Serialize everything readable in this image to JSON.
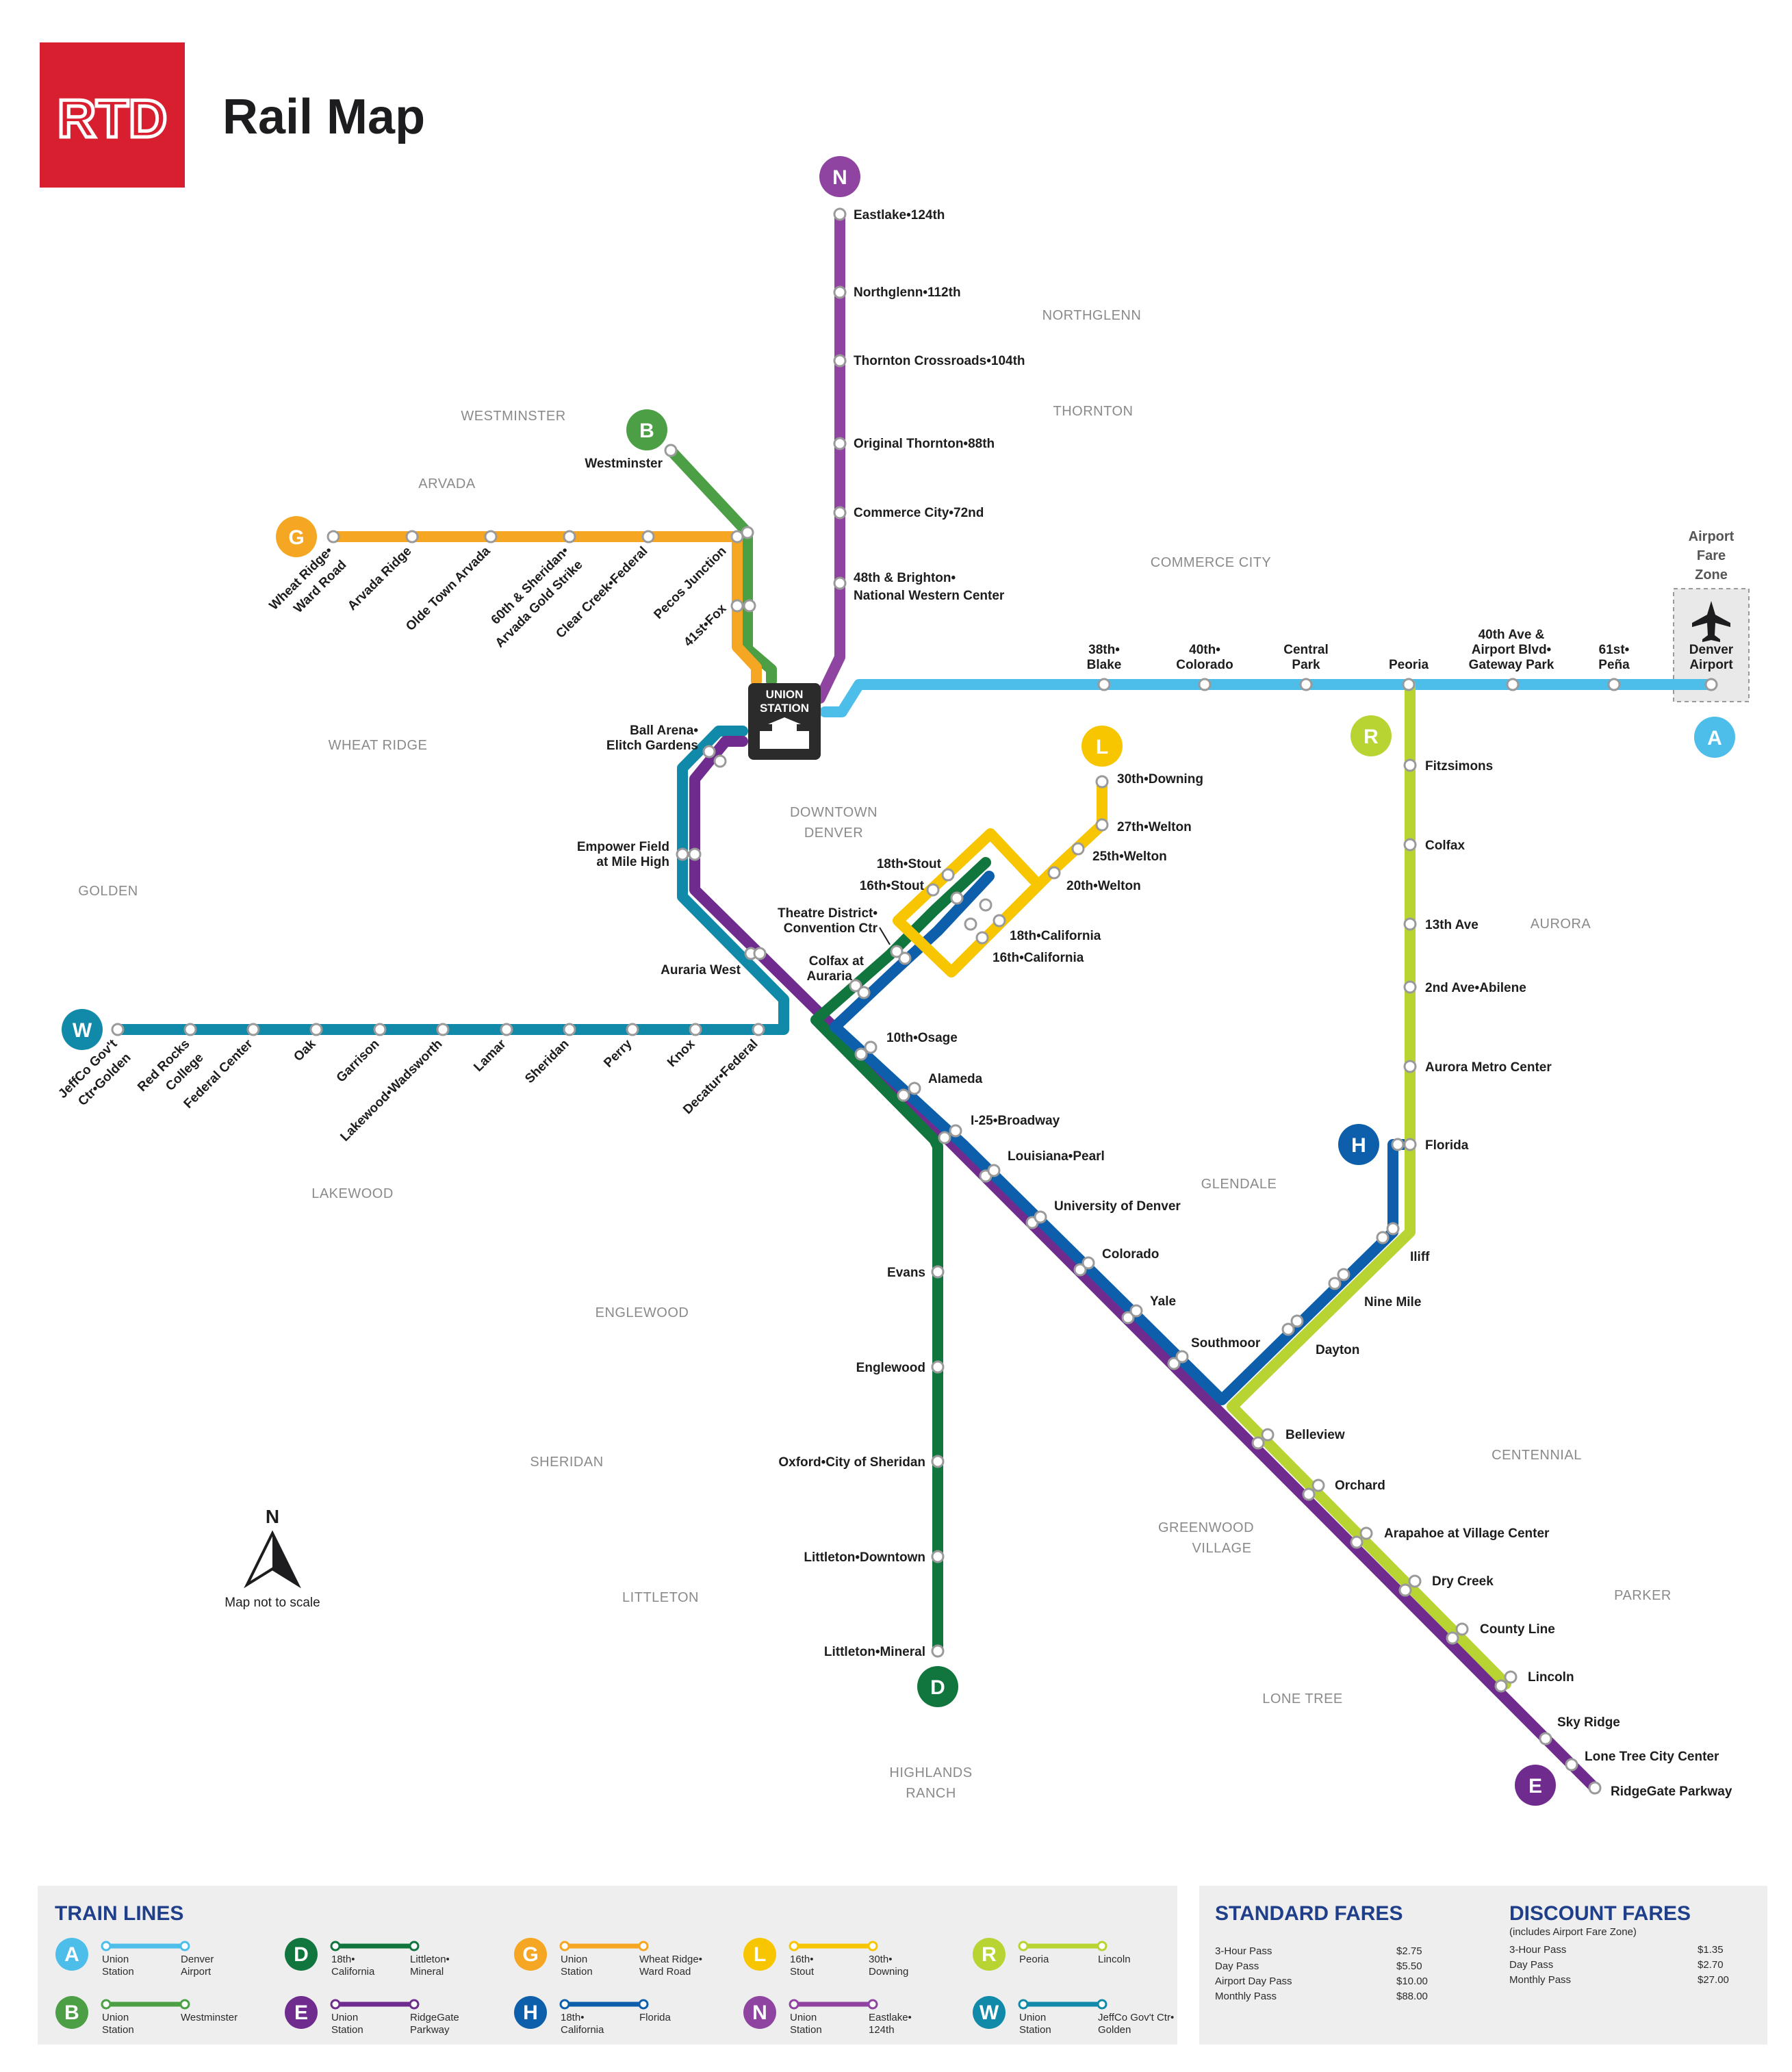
{
  "header": {
    "logo_text": "RTD",
    "title": "Rail Map"
  },
  "colors": {
    "A": "#4dbde9",
    "B": "#4c9f45",
    "D": "#11763e",
    "E": "#6f2c8e",
    "G": "#f5a623",
    "H": "#0d5fac",
    "L": "#f7c600",
    "N": "#8e44a0",
    "R": "#b7d433",
    "W": "#108aa8",
    "brand": "#d71f30"
  },
  "areas": [
    "NORTHGLENN",
    "THORNTON",
    "WESTMINSTER",
    "ARVADA",
    "COMMERCE CITY",
    "WHEAT RIDGE",
    "DOWNTOWN",
    "DENVER",
    "GOLDEN",
    "AURORA",
    "LAKEWOOD",
    "GLENDALE",
    "ENGLEWOOD",
    "SHERIDAN",
    "CENTENNIAL",
    "GREENWOOD",
    "VILLAGE",
    "LITTLETON",
    "PARKER",
    "LONE TREE",
    "HIGHLANDS",
    "RANCH"
  ],
  "union_station": [
    "UNION",
    "STATION"
  ],
  "airport_zone": [
    "Airport",
    "Fare",
    "Zone"
  ],
  "stations": {
    "n": [
      "Eastlake•124th",
      "Northglenn•112th",
      "Thornton Crossroads•104th",
      "Original Thornton•88th",
      "Commerce City•72nd",
      "48th & Brighton•",
      "National Western Center"
    ],
    "a": [
      "38th•",
      "Blake",
      "40th•",
      "Colorado",
      "Central",
      "Park",
      "Peoria",
      "40th Ave &",
      "Airport Blvd•",
      "Gateway Park",
      "61st•",
      "Peña",
      "Denver",
      "Airport"
    ],
    "b": [
      "Westminster"
    ],
    "g": [
      "Wheat Ridge•",
      "Ward Road",
      "Arvada Ridge",
      "Olde Town Arvada",
      "60th & Sheridan•",
      "Arvada Gold Strike",
      "Clear Creek•Federal",
      "Pecos Junction",
      "41st•Fox"
    ],
    "w": [
      "JeffCo Gov't",
      "Ctr•Golden",
      "Red Rocks",
      "College",
      "Federal Center",
      "Oak",
      "Garrison",
      "Lakewood•Wadsworth",
      "Lamar",
      "Sheridan",
      "Perry",
      "Knox",
      "Decatur•Federal",
      "Ball Arena•",
      "Elitch Gardens",
      "Empower Field",
      "at Mile High",
      "Auraria West"
    ],
    "l": [
      "30th•Downing",
      "27th•Welton",
      "25th•Welton",
      "20th•Welton",
      "18th•Stout",
      "16th•Stout",
      "Theatre District•",
      "Convention Ctr",
      "18th•California",
      "16th•California",
      "Colfax at",
      "Auraria"
    ],
    "r": [
      "Fitzsimons",
      "Colfax",
      "13th Ave",
      "2nd Ave•Abilene",
      "Aurora Metro Center",
      "Florida",
      "Iliff",
      "Nine Mile",
      "Dayton",
      "Belleview",
      "Orchard",
      "Arapahoe at Village Center",
      "Dry Creek",
      "County Line",
      "Lincoln",
      "Sky Ridge",
      "Lone Tree City Center",
      "RidgeGate Parkway"
    ],
    "sw": [
      "10th•Osage",
      "Alameda",
      "I-25•Broadway",
      "Louisiana•Pearl",
      "University of Denver",
      "Colorado",
      "Yale",
      "Southmoor"
    ],
    "d": [
      "Evans",
      "Englewood",
      "Oxford•City of Sheridan",
      "Littleton•Downtown",
      "Littleton•Mineral"
    ]
  },
  "compass": {
    "letter": "N",
    "note": "Map not to scale"
  },
  "legend": {
    "title": "TRAIN LINES",
    "lines": [
      {
        "code": "A",
        "from": [
          "Union",
          "Station"
        ],
        "to": [
          "Denver",
          "Airport"
        ]
      },
      {
        "code": "B",
        "from": [
          "Union",
          "Station"
        ],
        "to": [
          "Westminster",
          ""
        ]
      },
      {
        "code": "D",
        "from": [
          "18th•",
          "California"
        ],
        "to": [
          "Littleton•",
          "Mineral"
        ]
      },
      {
        "code": "E",
        "from": [
          "Union",
          "Station"
        ],
        "to": [
          "RidgeGate",
          "Parkway"
        ]
      },
      {
        "code": "G",
        "from": [
          "Union",
          "Station"
        ],
        "to": [
          "Wheat Ridge•",
          "Ward Road"
        ]
      },
      {
        "code": "H",
        "from": [
          "18th•",
          "California"
        ],
        "to": [
          "Florida",
          ""
        ]
      },
      {
        "code": "L",
        "from": [
          "16th•",
          "Stout"
        ],
        "to": [
          "30th•",
          "Downing"
        ]
      },
      {
        "code": "N",
        "from": [
          "Union",
          "Station"
        ],
        "to": [
          "Eastlake•",
          "124th"
        ]
      },
      {
        "code": "R",
        "from": [
          "Peoria",
          ""
        ],
        "to": [
          "Lincoln",
          ""
        ]
      },
      {
        "code": "W",
        "from": [
          "Union",
          "Station"
        ],
        "to": [
          "JeffCo Gov't Ctr•",
          "Golden"
        ]
      }
    ]
  },
  "fares": {
    "standard_title": "STANDARD FARES",
    "standard": [
      {
        "name": "3-Hour Pass",
        "price": "$2.75"
      },
      {
        "name": "Day Pass",
        "price": "$5.50"
      },
      {
        "name": "Airport Day Pass",
        "price": "$10.00"
      },
      {
        "name": "Monthly Pass",
        "price": "$88.00"
      }
    ],
    "discount_title": "DISCOUNT FARES",
    "discount_note": "(includes Airport Fare Zone)",
    "discount": [
      {
        "name": "3-Hour Pass",
        "price": "$1.35"
      },
      {
        "name": "Day Pass",
        "price": "$2.70"
      },
      {
        "name": "Monthly Pass",
        "price": "$27.00"
      }
    ]
  }
}
